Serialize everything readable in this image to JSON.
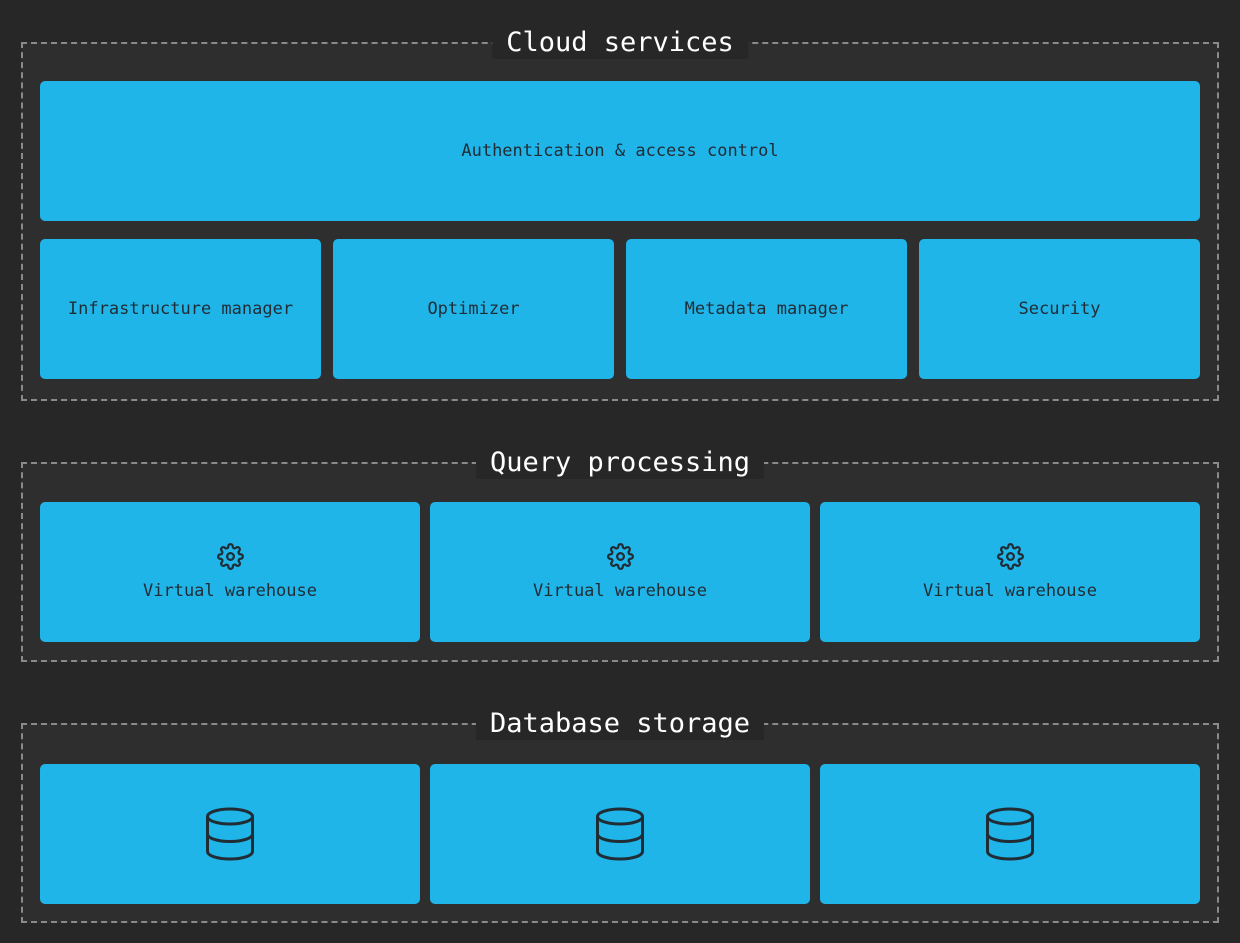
{
  "theme": {
    "page_bg": "#272727",
    "section_bg": "#2e2e2e",
    "box_bg": "#1fb5e9",
    "box_text": "#212d35",
    "border_color": "#8a8a8a",
    "title_color": "#ffffff"
  },
  "sections": [
    {
      "title": "Cloud services",
      "wide_box": {
        "label": "Authentication & access control"
      },
      "boxes": [
        {
          "label": "Infrastructure manager"
        },
        {
          "label": "Optimizer"
        },
        {
          "label": "Metadata manager"
        },
        {
          "label": "Security"
        }
      ]
    },
    {
      "title": "Query processing",
      "boxes": [
        {
          "icon": "gear-icon",
          "label": "Virtual warehouse"
        },
        {
          "icon": "gear-icon",
          "label": "Virtual warehouse"
        },
        {
          "icon": "gear-icon",
          "label": "Virtual warehouse"
        }
      ]
    },
    {
      "title": "Database storage",
      "boxes": [
        {
          "icon": "database-icon"
        },
        {
          "icon": "database-icon"
        },
        {
          "icon": "database-icon"
        }
      ]
    }
  ]
}
